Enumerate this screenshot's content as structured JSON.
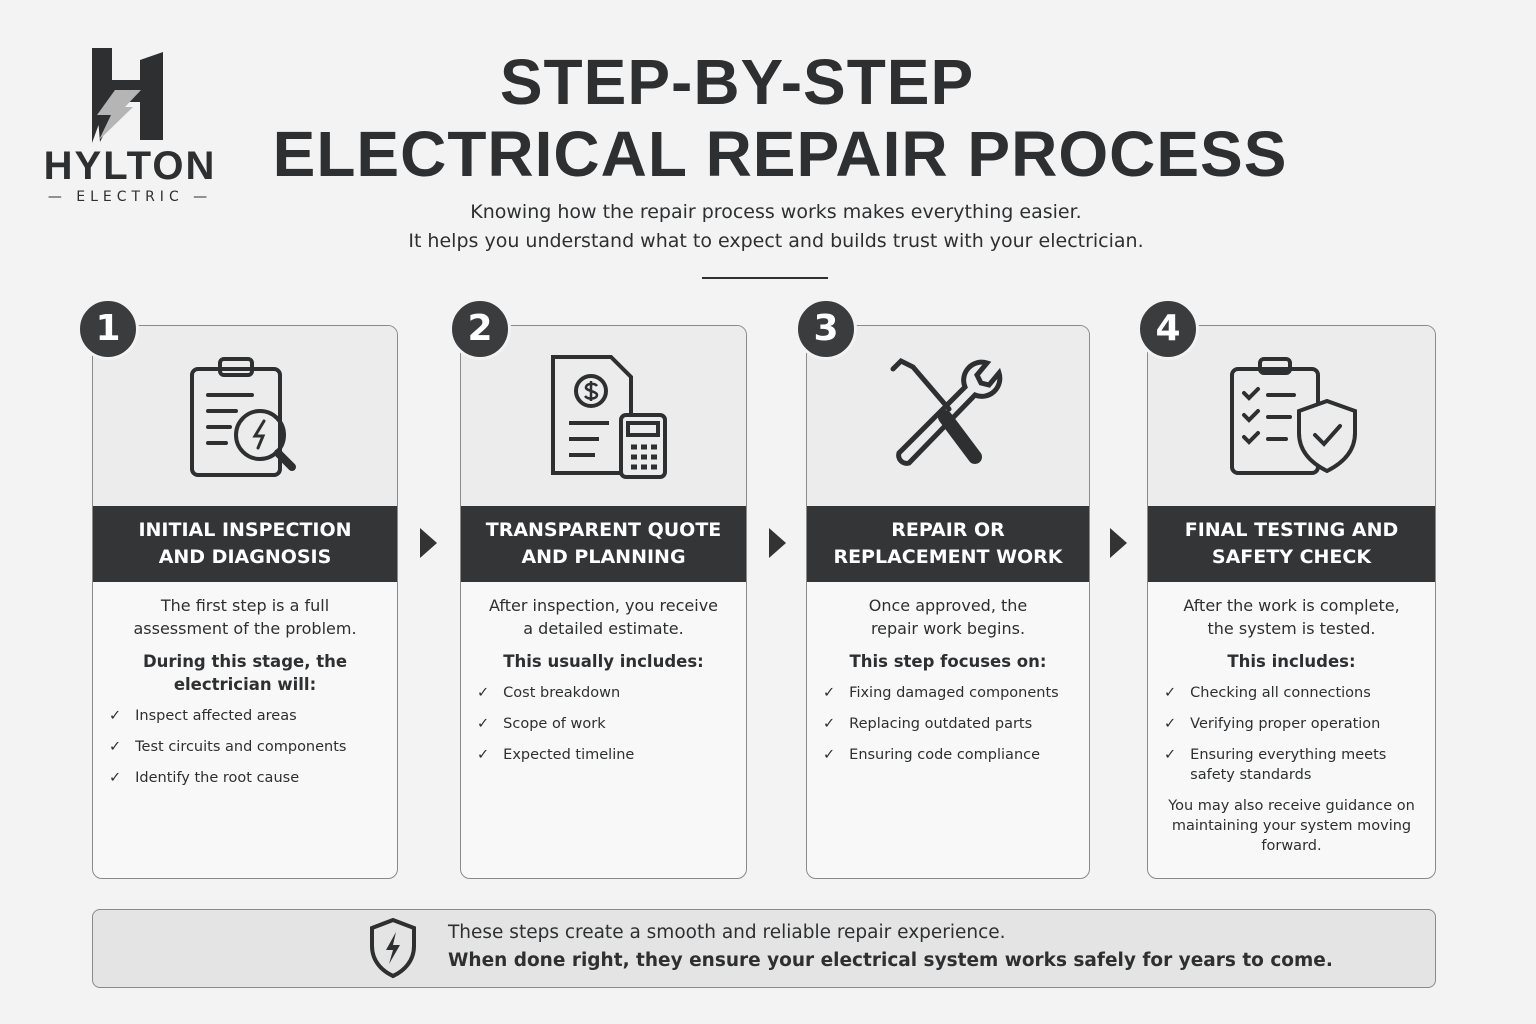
{
  "brand": {
    "name": "HYLTON",
    "tagline": "— ELECTRIC —"
  },
  "title": {
    "line1": "STEP-BY-STEP",
    "line2": "ELECTRICAL REPAIR PROCESS"
  },
  "subtitle": {
    "line1": "Knowing how the repair process works makes everything easier.",
    "line2": "It helps you understand what to expect and builds trust with your electrician."
  },
  "cards": [
    {
      "number": "1",
      "icon": "clipboard-magnifier-bolt-icon",
      "title1": "INITIAL INSPECTION",
      "title2": "AND DIAGNOSIS",
      "lead": "The first step is a full assessment of the problem.",
      "includes": "During this stage, the electrician will:",
      "items": [
        "Inspect affected areas",
        "Test circuits and components",
        "Identify the root cause"
      ],
      "note": ""
    },
    {
      "number": "2",
      "icon": "invoice-calculator-icon",
      "title1": "TRANSPARENT QUOTE",
      "title2": "AND PLANNING",
      "lead": "After inspection, you receive a detailed estimate.",
      "includes": "This usually includes:",
      "items": [
        "Cost breakdown",
        "Scope of work",
        "Expected timeline"
      ],
      "note": ""
    },
    {
      "number": "3",
      "icon": "wrench-screwdriver-icon",
      "title1": "REPAIR OR",
      "title2": "REPLACEMENT WORK",
      "lead": "Once approved, the repair work begins.",
      "includes": "This step focuses on:",
      "items": [
        "Fixing damaged components",
        "Replacing outdated parts",
        "Ensuring code compliance"
      ],
      "note": ""
    },
    {
      "number": "4",
      "icon": "checklist-shield-icon",
      "title1": "FINAL TESTING AND",
      "title2": "SAFETY CHECK",
      "lead": "After the work is complete, the system is tested.",
      "includes": "This includes:",
      "items": [
        "Checking all connections",
        "Verifying proper operation",
        "Ensuring everything meets safety standards"
      ],
      "note": "You may also receive guidance on maintaining your system moving forward."
    }
  ],
  "footer": {
    "icon": "shield-bolt-icon",
    "line1": "These steps create a smooth and reliable repair experience.",
    "line2": "When done right, they ensure your electrical system works safely for years to come."
  },
  "colors": {
    "dark": "#333537",
    "background": "#f3f3f3"
  }
}
